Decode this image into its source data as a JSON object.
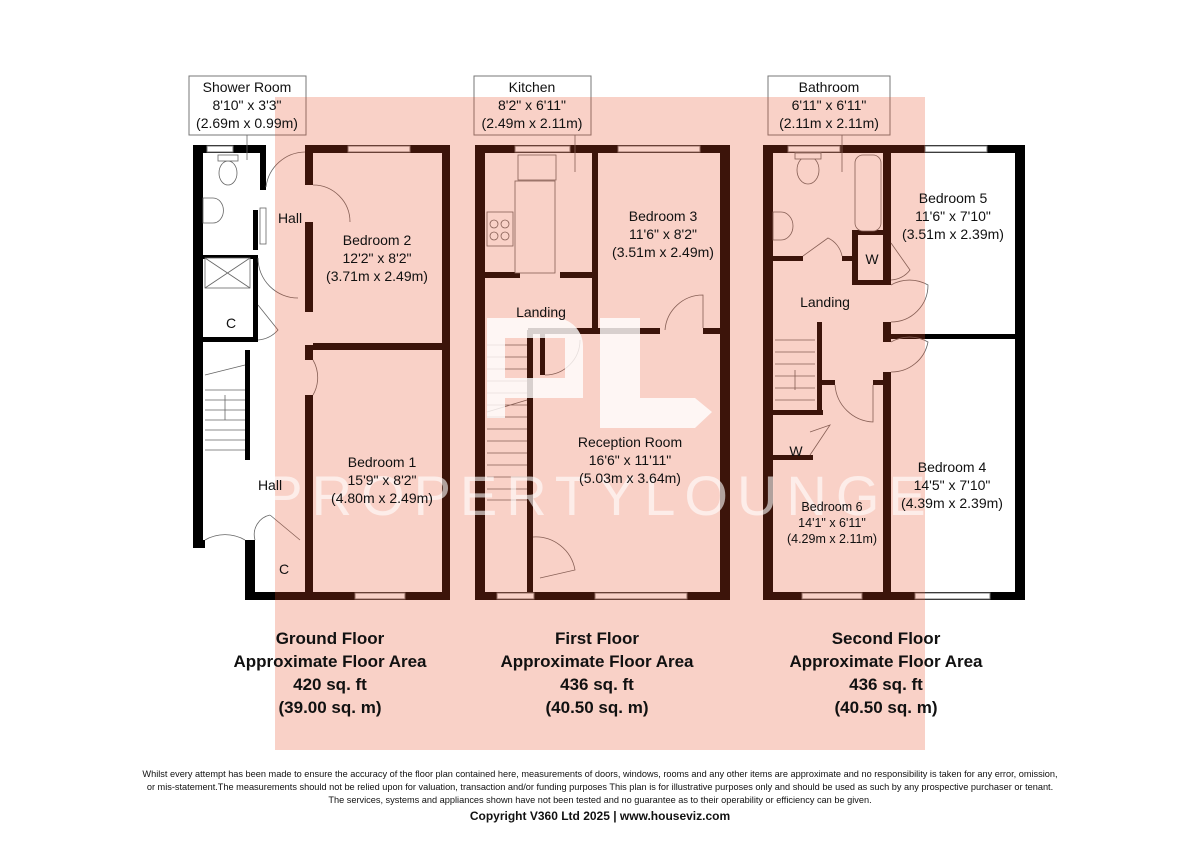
{
  "floors": [
    {
      "name": "Ground Floor",
      "area_label": "Approximate Floor Area",
      "sqft": "420 sq. ft",
      "sqm": "(39.00 sq. m)",
      "rooms": [
        {
          "name": "Shower Room",
          "imperial": "8'10\" x 3'3\"",
          "metric": "(2.69m x 0.99m)"
        },
        {
          "name": "Hall"
        },
        {
          "name": "Bedroom 2",
          "imperial": "12'2\" x 8'2\"",
          "metric": "(3.71m x 2.49m)"
        },
        {
          "name": "C"
        },
        {
          "name": "Hall"
        },
        {
          "name": "Bedroom 1",
          "imperial": "15'9\" x 8'2\"",
          "metric": "(4.80m x 2.49m)"
        },
        {
          "name": "C"
        }
      ]
    },
    {
      "name": "First Floor",
      "area_label": "Approximate Floor Area",
      "sqft": "436 sq. ft",
      "sqm": "(40.50 sq. m)",
      "rooms": [
        {
          "name": "Kitchen",
          "imperial": "8'2\" x 6'11\"",
          "metric": "(2.49m x 2.11m)"
        },
        {
          "name": "Bedroom 3",
          "imperial": "11'6\" x 8'2\"",
          "metric": "(3.51m x 2.49m)"
        },
        {
          "name": "Landing"
        },
        {
          "name": "Reception Room",
          "imperial": "16'6\" x 11'11\"",
          "metric": "(5.03m x 3.64m)"
        }
      ]
    },
    {
      "name": "Second Floor",
      "area_label": "Approximate Floor Area",
      "sqft": "436 sq. ft",
      "sqm": "(40.50 sq. m)",
      "rooms": [
        {
          "name": "Bathroom",
          "imperial": "6'11\" x 6'11\"",
          "metric": "(2.11m x 2.11m)"
        },
        {
          "name": "Bedroom 5",
          "imperial": "11'6\" x 7'10\"",
          "metric": "(3.51m x 2.39m)"
        },
        {
          "name": "W"
        },
        {
          "name": "Landing"
        },
        {
          "name": "W"
        },
        {
          "name": "Bedroom 4",
          "imperial": "14'5\" x 7'10\"",
          "metric": "(4.39m x 2.39m)"
        },
        {
          "name": "Bedroom 6",
          "imperial": "14'1\" x 6'11\"",
          "metric": "(4.29m x 2.11m)"
        }
      ]
    }
  ],
  "watermark": {
    "text": "PROPERTYLOUNGE",
    "monogram": "PL",
    "color": "#e64d26"
  },
  "footer": {
    "disclaimer_1": "Whilst every attempt has been made to ensure the accuracy of the floor plan contained here, measurements of doors, windows, rooms and any other items are approximate and no responsibility is taken for any error, omission,",
    "disclaimer_2": "or mis-statement.The measurements should not be relied upon for valuation, transaction and/or funding purposes This plan is for illustrative purposes only and should be used as such by any prospective purchaser or tenant.",
    "disclaimer_3": "The services, systems and appliances shown have not been tested and no guarantee as to their operability or efficiency can be given.",
    "copyright": "Copyright V360 Ltd 2025 | www.houseviz.com"
  }
}
